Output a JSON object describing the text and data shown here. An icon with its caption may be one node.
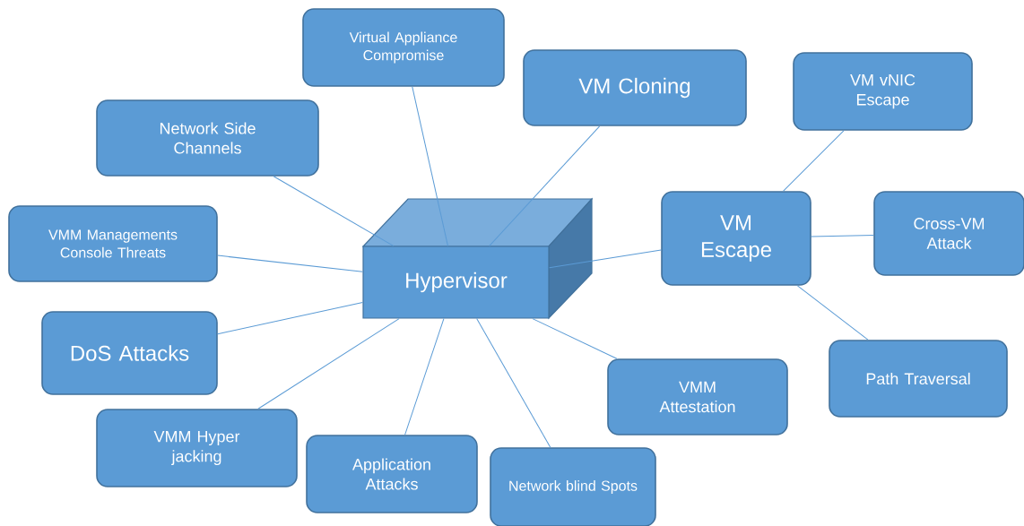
{
  "diagram": {
    "nodes": [
      {
        "text": [
          "Hypervisor"
        ]
      },
      {
        "text": [
          "Virtual Appliance Compromise"
        ]
      },
      {
        "text": [
          "VM Cloning"
        ]
      },
      {
        "text": [
          "Network Side Channels"
        ]
      },
      {
        "text": [
          "VM vNIC Escape"
        ]
      },
      {
        "text": [
          "VMM Managements Console Threats"
        ]
      },
      {
        "text": [
          "VM Escape"
        ]
      },
      {
        "text": [
          "Cross-VM Attack"
        ]
      },
      {
        "text": [
          "DoS Attacks"
        ]
      },
      {
        "text": [
          "Path Traversal"
        ]
      },
      {
        "text": [
          "VMM Attestation"
        ]
      },
      {
        "text": [
          "VMM Hyper jacking"
        ]
      },
      {
        "text": [
          "Application Attacks"
        ]
      },
      {
        "text": [
          "Network blind Spots"
        ]
      }
    ],
    "edges": [
      {
        "from": 0,
        "to": 1,
        "arrow": "none"
      },
      {
        "from": 0,
        "to": 2,
        "arrow": "none"
      },
      {
        "from": 0,
        "to": 3,
        "arrow": "none"
      },
      {
        "from": 6,
        "to": 4,
        "arrow": "none"
      },
      {
        "from": 0,
        "to": 5,
        "arrow": "none"
      },
      {
        "from": 0,
        "to": 6,
        "arrow": "none"
      },
      {
        "from": 6,
        "to": 7,
        "arrow": "none"
      },
      {
        "from": 0,
        "to": 8,
        "arrow": "none"
      },
      {
        "from": 6,
        "to": 9,
        "arrow": "none"
      },
      {
        "from": 0,
        "to": 10,
        "arrow": "none"
      },
      {
        "from": 0,
        "to": 11,
        "arrow": "none"
      },
      {
        "from": 0,
        "to": 12,
        "arrow": "none"
      },
      {
        "from": 0,
        "to": 13,
        "arrow": "none"
      }
    ]
  }
}
